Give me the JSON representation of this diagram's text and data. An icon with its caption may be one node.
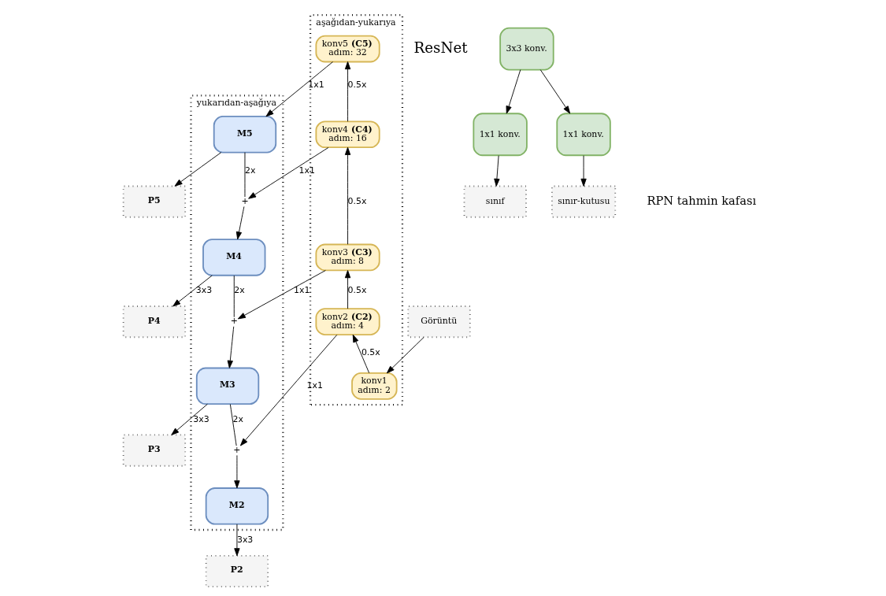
{
  "diagram": {
    "nodes": [
      {
        "text": [
          "aşağıdan-yukarıya"
        ]
      },
      {
        "text": [
          "konv5 **(C5)**",
          "adım: 32"
        ],
        "in": 0
      },
      {
        "text": [
          "konv4 **(C4)**",
          "adım: 16"
        ],
        "in": 0
      },
      {
        "text": [
          "konv3 **(C3)**",
          "adım: 8"
        ],
        "in": 0
      },
      {
        "text": [
          "konv2 **(C2)**",
          "adım: 4"
        ],
        "in": 0
      },
      {
        "text": [
          "konv1",
          "adım: 2"
        ],
        "in": 0
      },
      {
        "text": [
          "yukarıdan-aşağıya"
        ]
      },
      {
        "text": [
          "M5"
        ],
        "in": 6
      },
      {
        "text": [
          "+"
        ],
        "in": 6
      },
      {
        "text": [
          "M4"
        ],
        "in": 6
      },
      {
        "text": [
          "+"
        ],
        "in": 6
      },
      {
        "text": [
          "M3"
        ],
        "in": 6
      },
      {
        "text": [
          "+"
        ],
        "in": 6
      },
      {
        "text": [
          "M2"
        ],
        "in": 6
      },
      {
        "text": [
          "P5"
        ]
      },
      {
        "text": [
          "P4"
        ]
      },
      {
        "text": [
          "P3"
        ]
      },
      {
        "text": [
          "P2"
        ]
      },
      {
        "text": [
          "Görüntü"
        ]
      },
      {
        "text": [
          "3x3 konv."
        ]
      },
      {
        "text": [
          "1x1 konv."
        ]
      },
      {
        "text": [
          "1x1 konv."
        ]
      },
      {
        "text": [
          "sınıf"
        ]
      },
      {
        "text": [
          "sınır-kutusu"
        ]
      }
    ],
    "edges": [
      {
        "from": 18,
        "to": 5,
        "arrow": "to"
      },
      {
        "from": 5,
        "to": 4,
        "arrow": "to",
        "label": "0.5x"
      },
      {
        "from": 4,
        "to": 3,
        "arrow": "to",
        "label": "0.5x"
      },
      {
        "from": 3,
        "to": 2,
        "arrow": "to",
        "label": "0.5x"
      },
      {
        "from": 2,
        "to": 1,
        "arrow": "to",
        "label": "0.5x"
      },
      {
        "from": 1,
        "to": 7,
        "arrow": "to",
        "label": "1x1"
      },
      {
        "from": 7,
        "to": 14,
        "arrow": "to"
      },
      {
        "from": 7,
        "to": 8,
        "arrow": "none",
        "label": "2x"
      },
      {
        "from": 2,
        "to": 8,
        "arrow": "to",
        "label": "1x1"
      },
      {
        "from": 8,
        "to": 9,
        "arrow": "to"
      },
      {
        "from": 9,
        "to": 15,
        "arrow": "to",
        "label": "3x3"
      },
      {
        "from": 9,
        "to": 10,
        "arrow": "none",
        "label": "2x"
      },
      {
        "from": 3,
        "to": 10,
        "arrow": "to",
        "label": "1x1"
      },
      {
        "from": 10,
        "to": 11,
        "arrow": "to"
      },
      {
        "from": 11,
        "to": 16,
        "arrow": "to",
        "label": "3x3"
      },
      {
        "from": 11,
        "to": 12,
        "arrow": "none",
        "label": "2x"
      },
      {
        "from": 4,
        "to": 12,
        "arrow": "to",
        "label": "1x1"
      },
      {
        "from": 12,
        "to": 13,
        "arrow": "to"
      },
      {
        "from": 13,
        "to": 17,
        "arrow": "to",
        "label": "3x3"
      },
      {
        "from": 19,
        "to": 20,
        "arrow": "to"
      },
      {
        "from": 19,
        "to": 21,
        "arrow": "to"
      },
      {
        "from": 20,
        "to": 22,
        "arrow": "to"
      },
      {
        "from": 21,
        "to": 23,
        "arrow": "to"
      }
    ],
    "labels": [
      "ResNet",
      "RPN tahmin kafası"
    ]
  }
}
